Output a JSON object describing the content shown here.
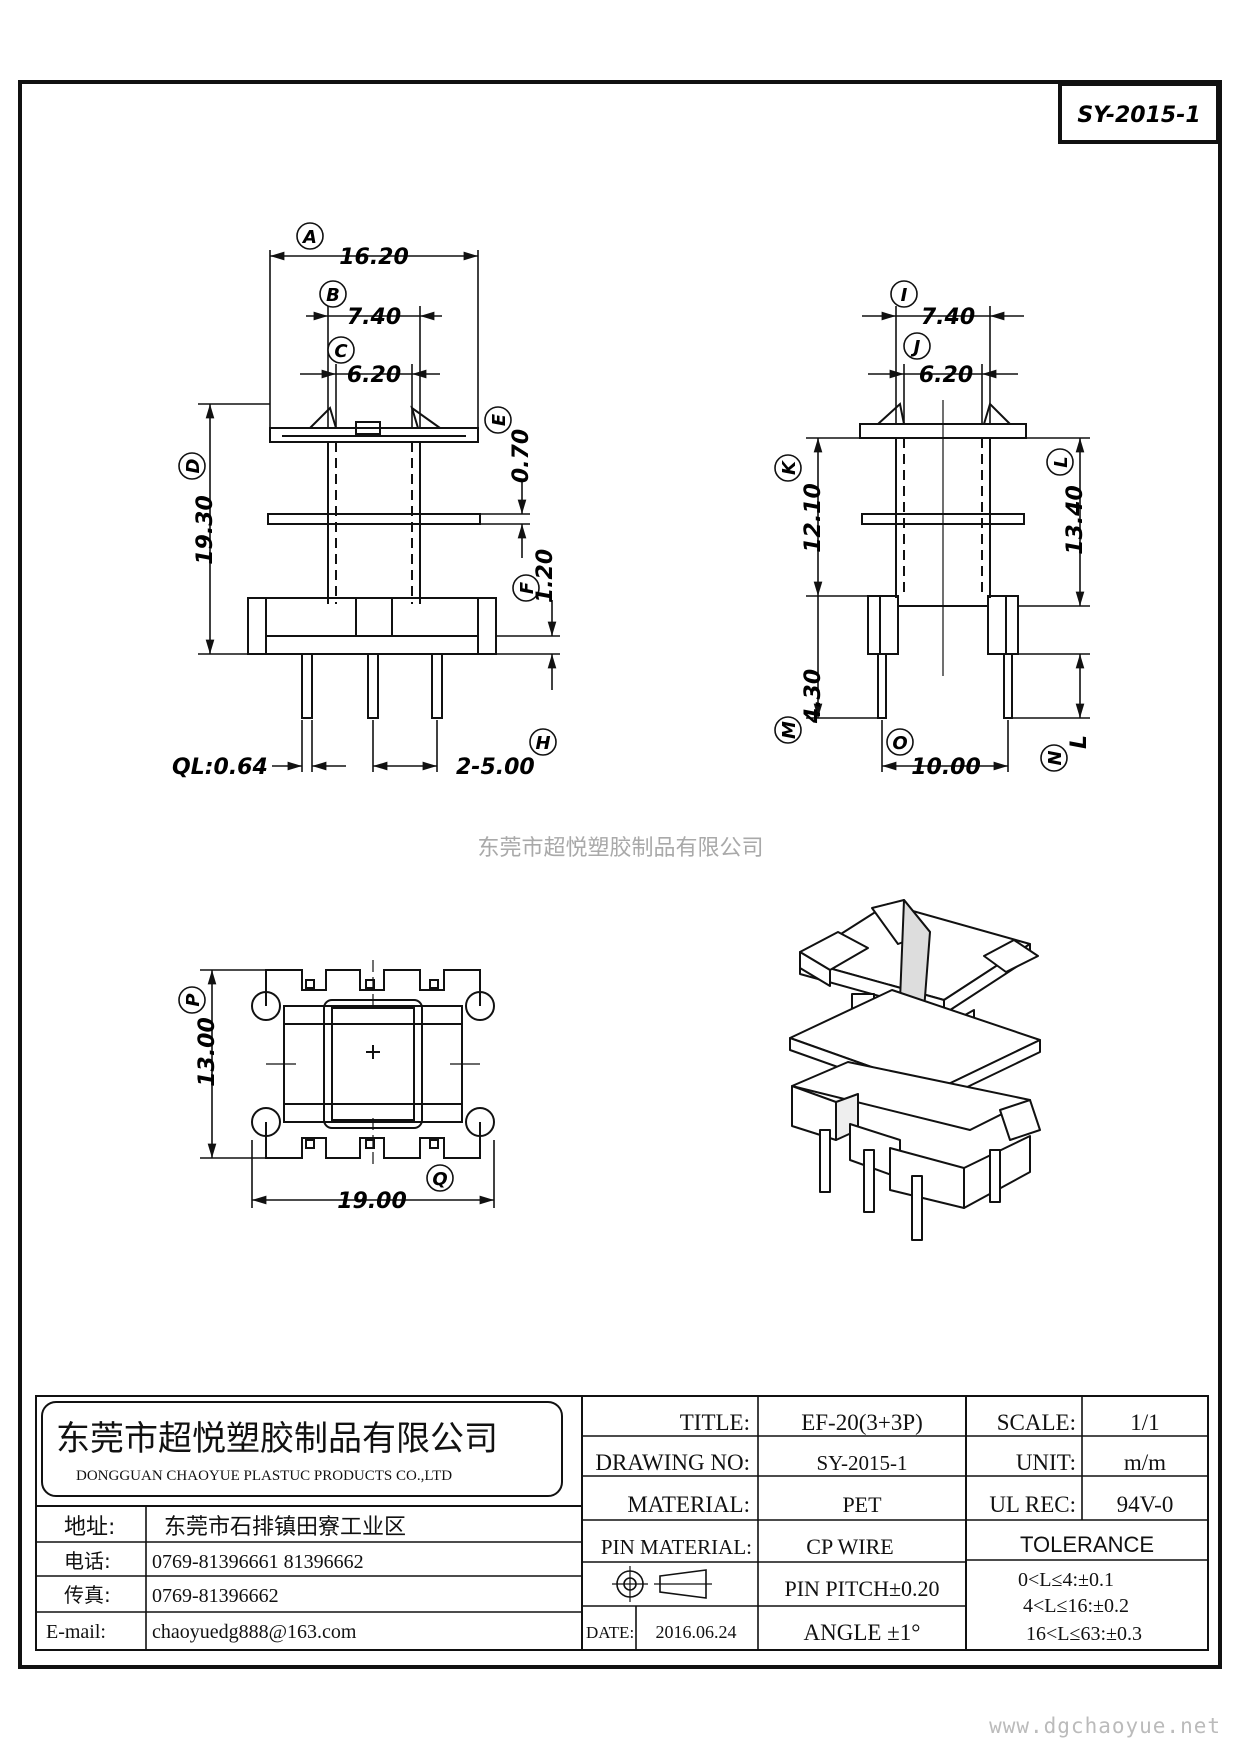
{
  "drawing_number_tag": "SY-2015-1",
  "watermark": "东莞市超悦塑胶制品有限公司",
  "website": "www.dgchaoyue.net",
  "dims_side_view": {
    "A": "A",
    "a_val": "16.20",
    "B": "B",
    "b_val": "7.40",
    "C": "C",
    "c_val": "6.20",
    "D": "D",
    "d_val": "19.30",
    "E": "E",
    "e_val": "0.70",
    "F": "F",
    "f_val": "1.20",
    "H": "H",
    "h_val": "2-5.00",
    "ql": "QL:0.64"
  },
  "dims_front_view": {
    "I": "I",
    "i_val": "7.40",
    "J": "J",
    "j_val": "6.20",
    "K": "K",
    "k_val": "12.10",
    "L": "L",
    "l_val": "13.40",
    "M": "M",
    "m_val": "4.30",
    "N": "N",
    "n_val": "L",
    "O": "O",
    "o_val": "10.00"
  },
  "dims_top_view": {
    "P": "P",
    "p_val": "13.00",
    "Q": "Q",
    "q_val": "19.00"
  },
  "company": {
    "name_cn": "东莞市超悦塑胶制品有限公司",
    "name_en": "DONGGUAN CHAOYUE PLASTUC PRODUCTS CO.,LTD",
    "addr_label": "地址:",
    "addr": "东莞市石排镇田寮工业区",
    "tel_label": "电话:",
    "tel": "0769-81396661   81396662",
    "fax_label": "传真:",
    "fax": "0769-81396662",
    "email_label": "E-mail:",
    "email": "chaoyuedg888@163.com"
  },
  "title_block": {
    "title_label": "TITLE:",
    "title": "EF-20(3+3P)",
    "dwg_label": "DRAWING NO:",
    "dwg": "SY-2015-1",
    "mat_label": "MATERIAL:",
    "mat": "PET",
    "pin_mat_label": "PIN MATERIAL:",
    "pin_mat": "CP WIRE",
    "pitch": "PIN PITCH±0.20",
    "date_label": "DATE:",
    "date": "2016.06.24",
    "angle": "ANGLE  ±1°",
    "scale_label": "SCALE:",
    "scale": "1/1",
    "unit_label": "UNIT:",
    "unit": "m/m",
    "ul_label": "UL REC:",
    "ul": "94V-0",
    "tol_label": "TOLERANCE",
    "tol1": "0<L≤4:±0.1",
    "tol2": "4<L≤16:±0.2",
    "tol3": "16<L≤63:±0.3"
  }
}
